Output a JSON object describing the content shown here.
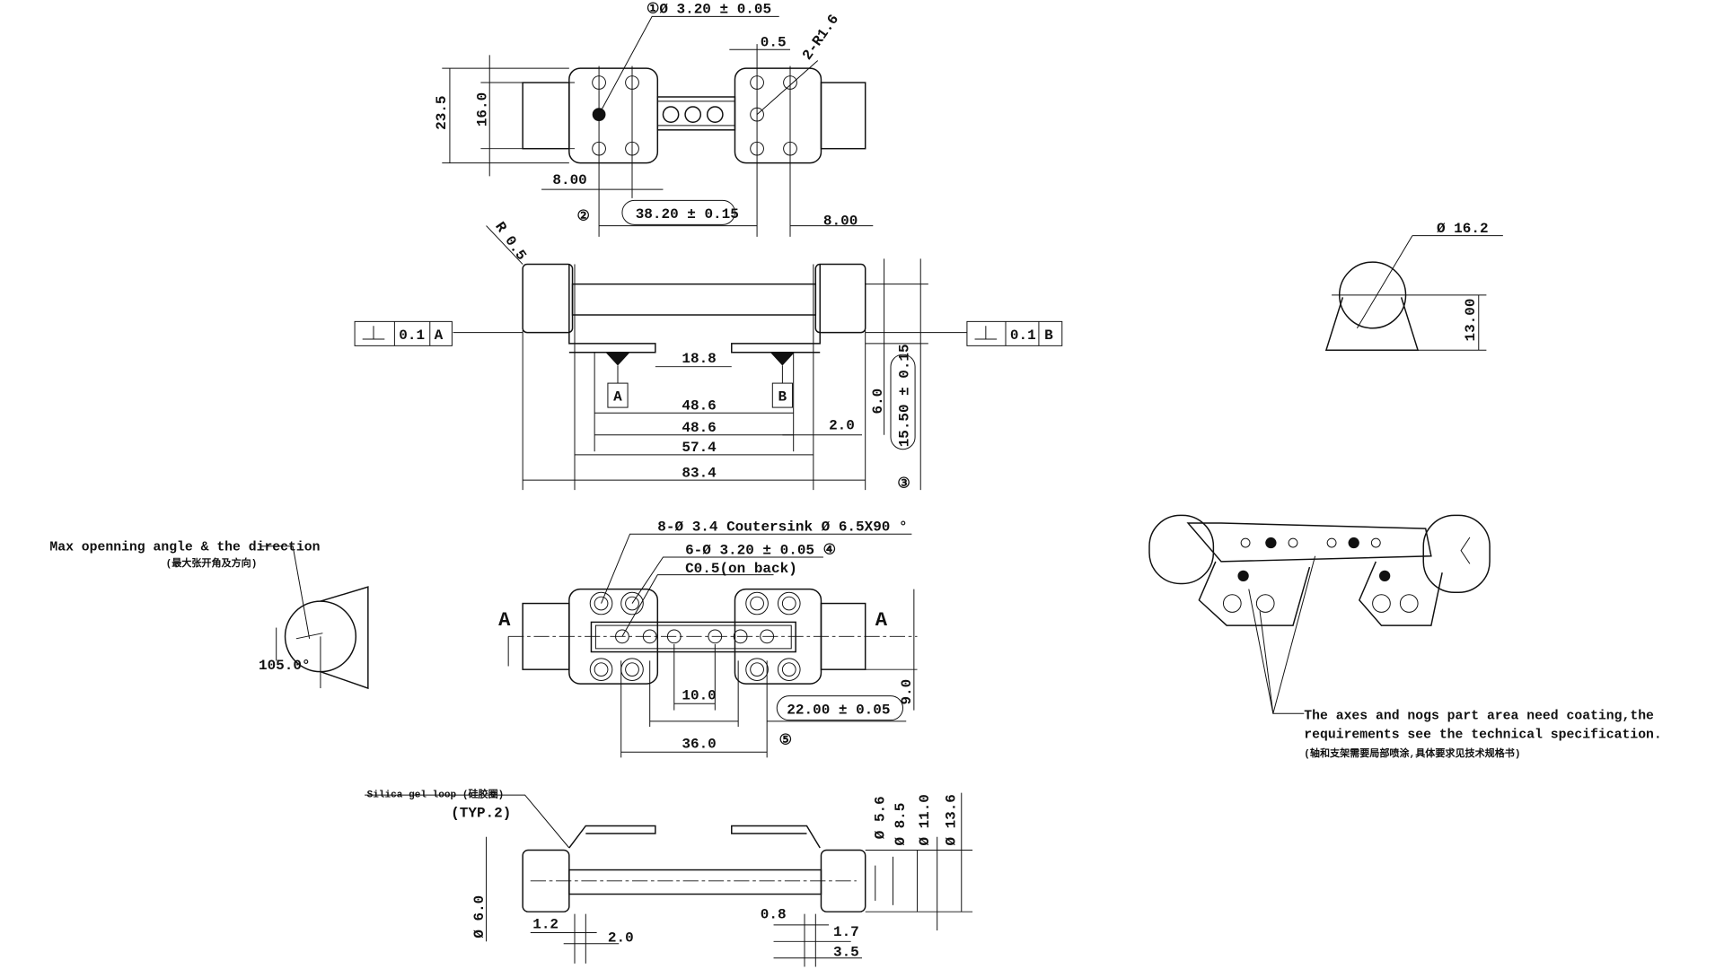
{
  "top_view": {
    "callout_1": "①Ø 3.20 ± 0.05",
    "dim_0_5": "0.5",
    "radius": "2-R1.6",
    "dim_23_5": "23.5",
    "dim_16_0": "16.0",
    "dim_8_00_left": "8.00",
    "callout_2": "②",
    "dim_38_20": "38.20 ± 0.15",
    "dim_8_00_right": "8.00"
  },
  "front_view": {
    "radius": "R 0.5",
    "tol_left_value": "0.1",
    "tol_left_datum": "A",
    "tol_right_value": "0.1",
    "tol_right_datum": "B",
    "dim_18_8": "18.8",
    "datum_a": "A",
    "datum_b": "B",
    "dim_48_6_a": "48.6",
    "dim_48_6_b": "48.6",
    "dim_57_4": "57.4",
    "dim_83_4": "83.4",
    "dim_2_0": "2.0",
    "dim_6_0": "6.0",
    "dim_15_50": "15.50 ± 0.15",
    "callout_3": "③"
  },
  "side_detail": {
    "dia": "Ø 16.2",
    "height": "13.00"
  },
  "bottom_view": {
    "note_countersink": "8-Ø 3.4  Coutersink    Ø 6.5X90 °",
    "note_holes": "6-Ø 3.20 ± 0.05 ④",
    "note_chamfer": "C0.5(on back)",
    "section_a_left": "A",
    "section_a_right": "A",
    "dim_10_0": "10.0",
    "dim_36_0": "36.0",
    "dim_22_00": "22.00 ± 0.05",
    "callout_5": "⑤",
    "dim_9_0": "9.0"
  },
  "angle_view": {
    "label": "Max openning angle & the direction",
    "label_cn": "(最大张开角及方向)",
    "angle": "105.0°"
  },
  "iso_note": {
    "line1": "The axes and nogs part area need coating,the",
    "line2": "requirements see the technical specification.",
    "line3": "(轴和支架需要局部喷涂,具体要求见技术规格书)"
  },
  "section_view": {
    "silica_label": "Silica gel loop (硅胶圈)",
    "typ": "(TYP.2)",
    "d5_6": "Ø 5.6",
    "d8_5": "Ø 8.5",
    "d11_0": "Ø 11.0",
    "d13_6": "Ø 13.6",
    "d6_0": "Ø 6.0",
    "dim_1_2": "1.2",
    "dim_2_0": "2.0",
    "dim_0_8": "0.8",
    "dim_1_7": "1.7",
    "dim_3_5": "3.5"
  }
}
